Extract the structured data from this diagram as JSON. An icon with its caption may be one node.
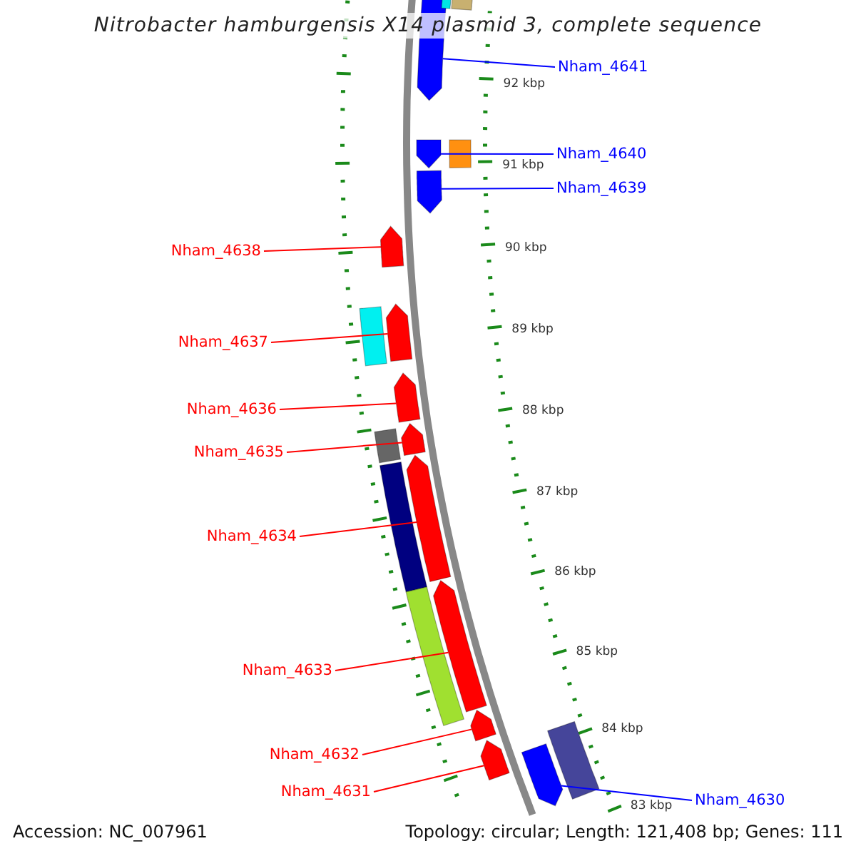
{
  "diagram": {
    "title": "Nitrobacter hamburgensis X14 plasmid 3, complete sequence",
    "nodes": [
      {
        "text": [
          "Nham_4641"
        ]
      },
      {
        "text": [],
        "shape": "bar"
      },
      {
        "text": [
          "Nham_4640"
        ]
      },
      {
        "text": [],
        "shape": "bar"
      },
      {
        "text": [
          "Nham_4639"
        ]
      },
      {
        "text": [],
        "shape": "bar"
      },
      {
        "text": [
          "Nham_4638"
        ]
      },
      {
        "text": [],
        "shape": "bar"
      },
      {
        "text": [
          "Nham_4637"
        ]
      },
      {
        "text": [],
        "shape": "bar"
      },
      {
        "text": [
          "Nham_4636"
        ]
      },
      {
        "text": [],
        "shape": "bar"
      },
      {
        "text": [
          "Nham_4635"
        ]
      },
      {
        "text": [],
        "shape": "bar"
      },
      {
        "text": [
          "Nham_4634"
        ]
      },
      {
        "text": [],
        "shape": "bar"
      },
      {
        "text": [
          "Nham_4633"
        ]
      },
      {
        "text": [],
        "shape": "bar"
      },
      {
        "text": [
          "Nham_4632"
        ]
      },
      {
        "text": [],
        "shape": "bar"
      },
      {
        "text": [
          "Nham_4631"
        ]
      },
      {
        "text": [],
        "shape": "bar"
      },
      {
        "text": [
          "Nham_4630"
        ]
      },
      {
        "text": [],
        "shape": "bar"
      },
      {
        "text": [],
        "shape": "box"
      },
      {
        "text": [],
        "shape": "box"
      },
      {
        "text": [],
        "shape": "box"
      },
      {
        "text": [],
        "shape": "box"
      },
      {
        "text": [],
        "shape": "box"
      },
      {
        "text": [],
        "shape": "box"
      },
      {
        "text": [],
        "shape": "box"
      },
      {
        "text": [],
        "shape": "box"
      }
    ],
    "edges": [
      {
        "from": 0,
        "to": 1,
        "arrow": "none",
        "color": "#0000ff"
      },
      {
        "from": 2,
        "to": 3,
        "arrow": "none",
        "color": "#0000ff"
      },
      {
        "from": 4,
        "to": 5,
        "arrow": "none",
        "color": "#0000ff"
      },
      {
        "from": 6,
        "to": 7,
        "arrow": "none"
      },
      {
        "from": 8,
        "to": 9,
        "arrow": "none"
      },
      {
        "from": 10,
        "to": 11,
        "arrow": "none"
      },
      {
        "from": 12,
        "to": 13,
        "arrow": "none"
      },
      {
        "from": 14,
        "to": 15,
        "arrow": "none"
      },
      {
        "from": 16,
        "to": 17,
        "arrow": "none"
      },
      {
        "from": 18,
        "to": 19,
        "arrow": "none"
      },
      {
        "from": 20,
        "to": 21,
        "arrow": "none"
      },
      {
        "from": 22,
        "to": 23,
        "arrow": "none",
        "color": "#0000ff"
      }
    ],
    "labels": [
      "92 kbp",
      "91 kbp",
      "90 kbp",
      "89 kbp",
      "88 kbp",
      "87 kbp",
      "86 kbp",
      "85 kbp",
      "84 kbp",
      "83 kbp",
      "Accession: NC_007961",
      "Topology: circular; Length: 121,408 bp; Genes: 111"
    ]
  }
}
